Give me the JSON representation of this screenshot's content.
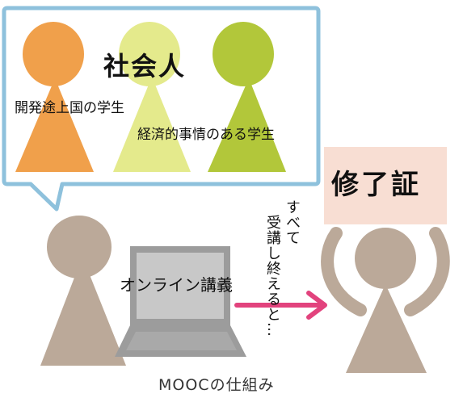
{
  "bubble": {
    "society_label": "社会人",
    "developing_student_label": "開発途上国の学生",
    "economic_student_label": "経済的事情のある学生"
  },
  "certificate": {
    "label": "修了証"
  },
  "course": {
    "label": "オンライン講義"
  },
  "completion": {
    "line1": "すべて",
    "line2": "受講し終えると…"
  },
  "caption": "MOOCの仕組み",
  "colors": {
    "bubble_border": "#8ec1dc",
    "orange_person": "#f0a04b",
    "pale_person": "#e4ea8c",
    "green_person": "#b2c73a",
    "brown_person": "#bba999",
    "laptop_body": "#9c9c9c",
    "laptop_screen": "#c8c8c8",
    "certificate_bg": "#f8ded3",
    "arrow": "#e2437d"
  }
}
